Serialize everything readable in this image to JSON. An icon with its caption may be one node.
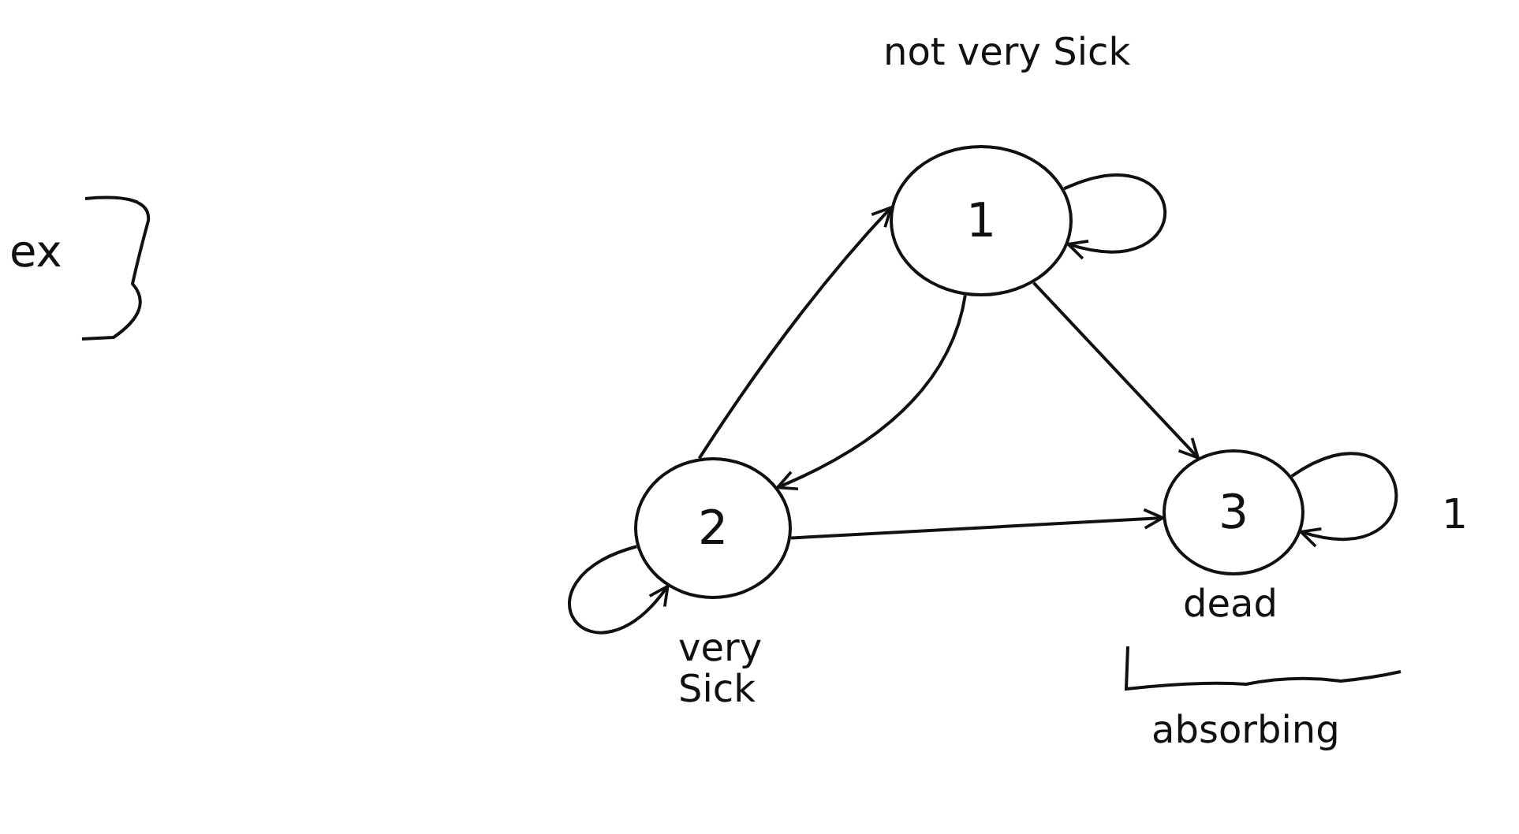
{
  "diagram": {
    "nodes": [
      {
        "text": [
          "1"
        ],
        "beside": [
          "not very Sick"
        ]
      },
      {
        "text": [
          "2"
        ],
        "beside": [
          "very Sick"
        ]
      },
      {
        "text": [
          "3"
        ],
        "beside": [
          "dead",
          "absorbing"
        ]
      }
    ],
    "edges": [
      {
        "from": 1,
        "to": 0,
        "arrow": "to"
      },
      {
        "from": 0,
        "to": 1,
        "arrow": "to"
      },
      {
        "from": 0,
        "to": 2,
        "arrow": "to"
      },
      {
        "from": 1,
        "to": 2,
        "arrow": "to"
      },
      {
        "from": 0,
        "to": 0,
        "arrow": "to"
      },
      {
        "from": 1,
        "to": 1,
        "arrow": "to"
      },
      {
        "from": 2,
        "to": 2,
        "arrow": "to",
        "label": "1"
      }
    ],
    "labels": [
      "ex"
    ]
  }
}
